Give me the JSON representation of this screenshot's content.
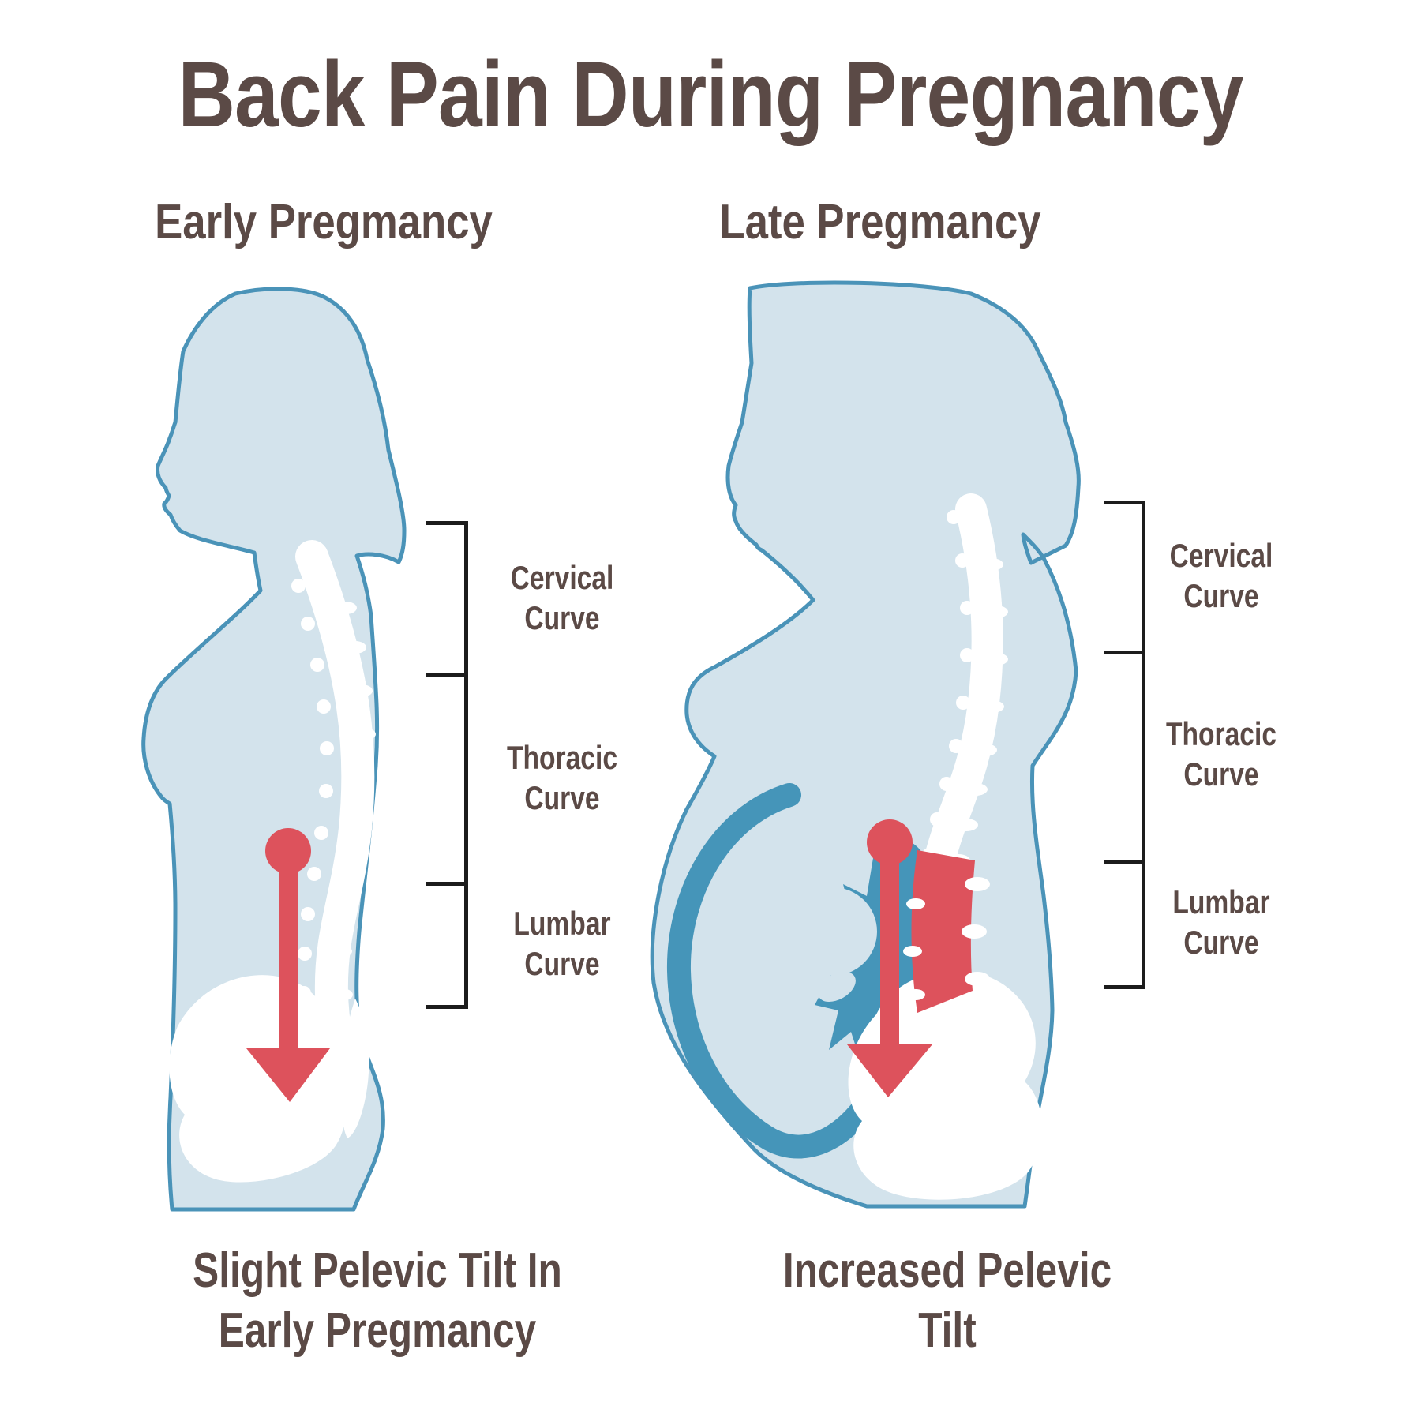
{
  "title": "Back Pain During Pregnancy",
  "panels": {
    "early": {
      "heading": "Early Pregmancy",
      "caption": {
        "line1": "Slight Pelevic Tilt In",
        "line2": "Early Pregmancy"
      },
      "spine_labels": {
        "cervical": "Cervical Curve",
        "thoracic": "Thoracic Curve",
        "lumbar": "Lumbar Curve"
      }
    },
    "late": {
      "heading": "Late Pregmancy",
      "caption": {
        "line1": "Increased Pelevic",
        "line2": "Tilt"
      },
      "spine_labels": {
        "cervical": "Cervical Curve",
        "thoracic": "Thoracic Curve",
        "lumbar": "Lumbar Curve"
      }
    }
  },
  "colors": {
    "text_brown": "#5b4a46",
    "body_fill": "#d3e3ec",
    "body_outline": "#4a93b8",
    "accent_teal": "#4595b9",
    "accent_red": "#dd525c",
    "bracket": "#1c1c1c",
    "background": "#ffffff"
  }
}
